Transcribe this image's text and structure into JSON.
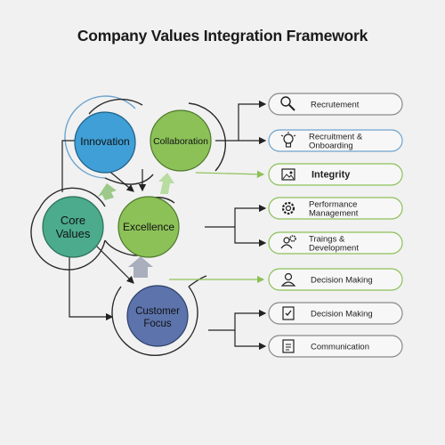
{
  "title": "Company Values Integration Framework",
  "side_id": "1934798446",
  "nodes": {
    "innovation": "Innovation",
    "collaboration": "Collaboration",
    "core_values_line1": "Core",
    "core_values_line2": "Values",
    "excellence": "Excellence",
    "customer_focus_line1": "Customer",
    "customer_focus_line2": "Focus"
  },
  "boxes": [
    {
      "line1": "Recrutement",
      "line2": "",
      "icon": "magnifier-icon",
      "bold": false
    },
    {
      "line1": "Recruitment &",
      "line2": "Onboarding",
      "icon": "lightbulb-icon",
      "bold": false
    },
    {
      "line1": "Integrity",
      "line2": "",
      "icon": "image-icon",
      "bold": true
    },
    {
      "line1": "Performance",
      "line2": "Management",
      "icon": "gear-icon",
      "bold": false
    },
    {
      "line1": "Traings &",
      "line2": "Development",
      "icon": "person-gear-icon",
      "bold": false
    },
    {
      "line1": "Decision Making",
      "line2": "",
      "icon": "person-icon",
      "bold": false
    },
    {
      "line1": "Decision Making",
      "line2": "",
      "icon": "checklist-icon",
      "bold": false
    },
    {
      "line1": "Communication",
      "line2": "",
      "icon": "document-icon",
      "bold": false
    }
  ],
  "colors": {
    "innovation": "#3f9fd6",
    "collaboration": "#8cc158",
    "core_values": "#4bab8c",
    "excellence": "#8cc158",
    "customer_focus": "#5c73ac",
    "box_blue_border": "#6fa3cc",
    "box_green_border": "#8cc158",
    "box_gray_border": "#8a8a8a"
  }
}
